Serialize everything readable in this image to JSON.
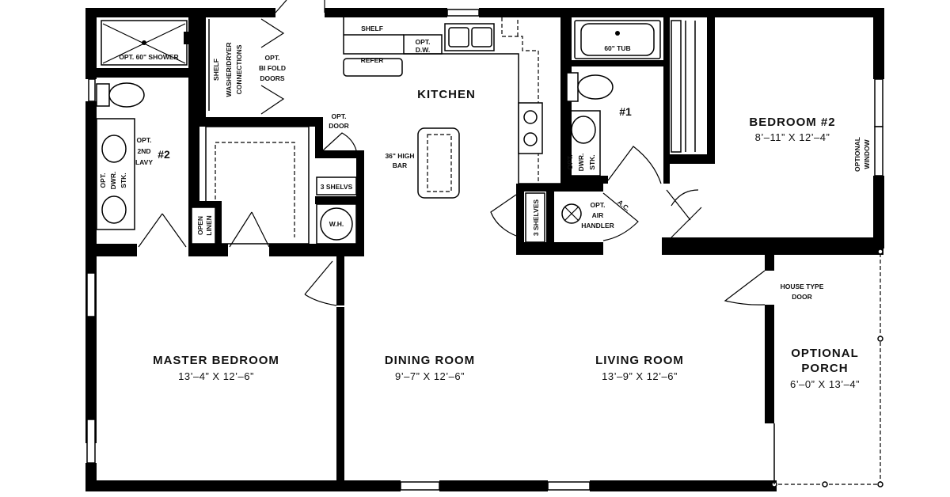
{
  "rooms": {
    "master_bedroom": {
      "name": "MASTER BEDROOM",
      "dim": "13’–4”  X  12’–6”"
    },
    "dining_room": {
      "name": "DINING ROOM",
      "dim": "9’–7”  X  12’–6”"
    },
    "living_room": {
      "name": "LIVING ROOM",
      "dim": "13’–9”  X  12’–6”"
    },
    "bedroom2": {
      "name": "BEDROOM #2",
      "dim": "8’–11”  X  12’–4”"
    },
    "porch": {
      "name_line1": "OPTIONAL",
      "name_line2": "PORCH",
      "dim": "6’–0”  X  13’–4”"
    },
    "kitchen": {
      "name": "KITCHEN"
    }
  },
  "labels": {
    "opt_shower": "OPT. 60\" SHOWER",
    "opt_2nd_lavy_1": "OPT.",
    "opt_2nd_lavy_2": "2ND",
    "opt_2nd_lavy_3": "LAVY",
    "bath2_num": "#2",
    "opt_dwr_stk_left_1": "OPT.",
    "opt_dwr_stk_left_2": "DWR.",
    "opt_dwr_stk_left_3": "STK.",
    "shelf_vertical": "SHELF",
    "washer_dryer_1": "WASHER/DRYER",
    "washer_dryer_2": "CONNECTIONS",
    "opt_bi_fold_1": "OPT.",
    "opt_bi_fold_2": "BI FOLD",
    "opt_bi_fold_3": "DOORS",
    "shelf_top": "SHELF",
    "refer": "REFER",
    "opt_dw_1": "OPT.",
    "opt_dw_2": "D.W.",
    "opt_door_1": "OPT.",
    "opt_door_2": "DOOR",
    "three_shelves_h": "3 SHELVS",
    "wh": "W.H.",
    "open_linen_1": "OPEN",
    "open_linen_2": "LINEN",
    "high_bar_1": "36\" HIGH",
    "high_bar_2": "BAR",
    "tub": "60\" TUB",
    "bath1_num": "#1",
    "opt_dwr_stk_right_1": "OPT.",
    "opt_dwr_stk_right_2": "DWR.",
    "opt_dwr_stk_right_3": "STK.",
    "three_shelves_v": "3 SHELVES",
    "opt_air_1": "OPT.",
    "opt_air_2": "AIR",
    "opt_air_3": "HANDLER",
    "ac": "A.C.",
    "optional_window_1": "OPTIONAL",
    "optional_window_2": "WINDOW",
    "house_type_door_1": "HOUSE TYPE",
    "house_type_door_2": "DOOR"
  },
  "colors": {
    "wall": "#000000",
    "background": "#ffffff"
  }
}
